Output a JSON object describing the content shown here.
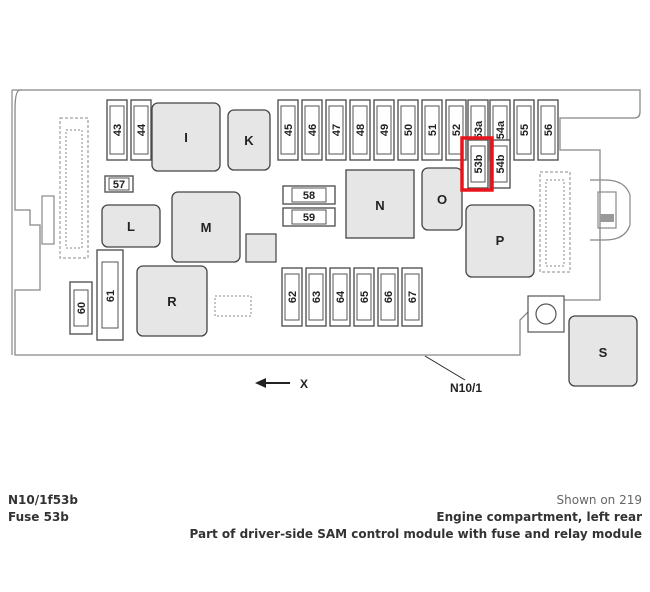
{
  "diagram": {
    "fuses_top": [
      "43",
      "44",
      "45",
      "46",
      "47",
      "48",
      "49",
      "50",
      "51",
      "52",
      "53a",
      "54a",
      "55",
      "56"
    ],
    "fuses_bottom": [
      "62",
      "63",
      "64",
      "65",
      "66",
      "67"
    ],
    "fuses_mid": [
      "53b",
      "54b"
    ],
    "fuses_horizontal": [
      "57",
      "58",
      "59"
    ],
    "fuses_vertical_left": [
      "60",
      "61"
    ],
    "relays": [
      "I",
      "K",
      "L",
      "M",
      "N",
      "O",
      "P",
      "R",
      "S"
    ],
    "module_label": "N10/1",
    "direction_label": "X",
    "highlight_fuse": "53b",
    "highlight_color": "#e8141b"
  },
  "caption": {
    "component_code": "N10/1f53b",
    "component_name": "Fuse 53b",
    "shown_on": "Shown on 219",
    "location": "Engine compartment, left rear",
    "part_of": "Part of driver-side SAM control module with fuse and relay module"
  }
}
